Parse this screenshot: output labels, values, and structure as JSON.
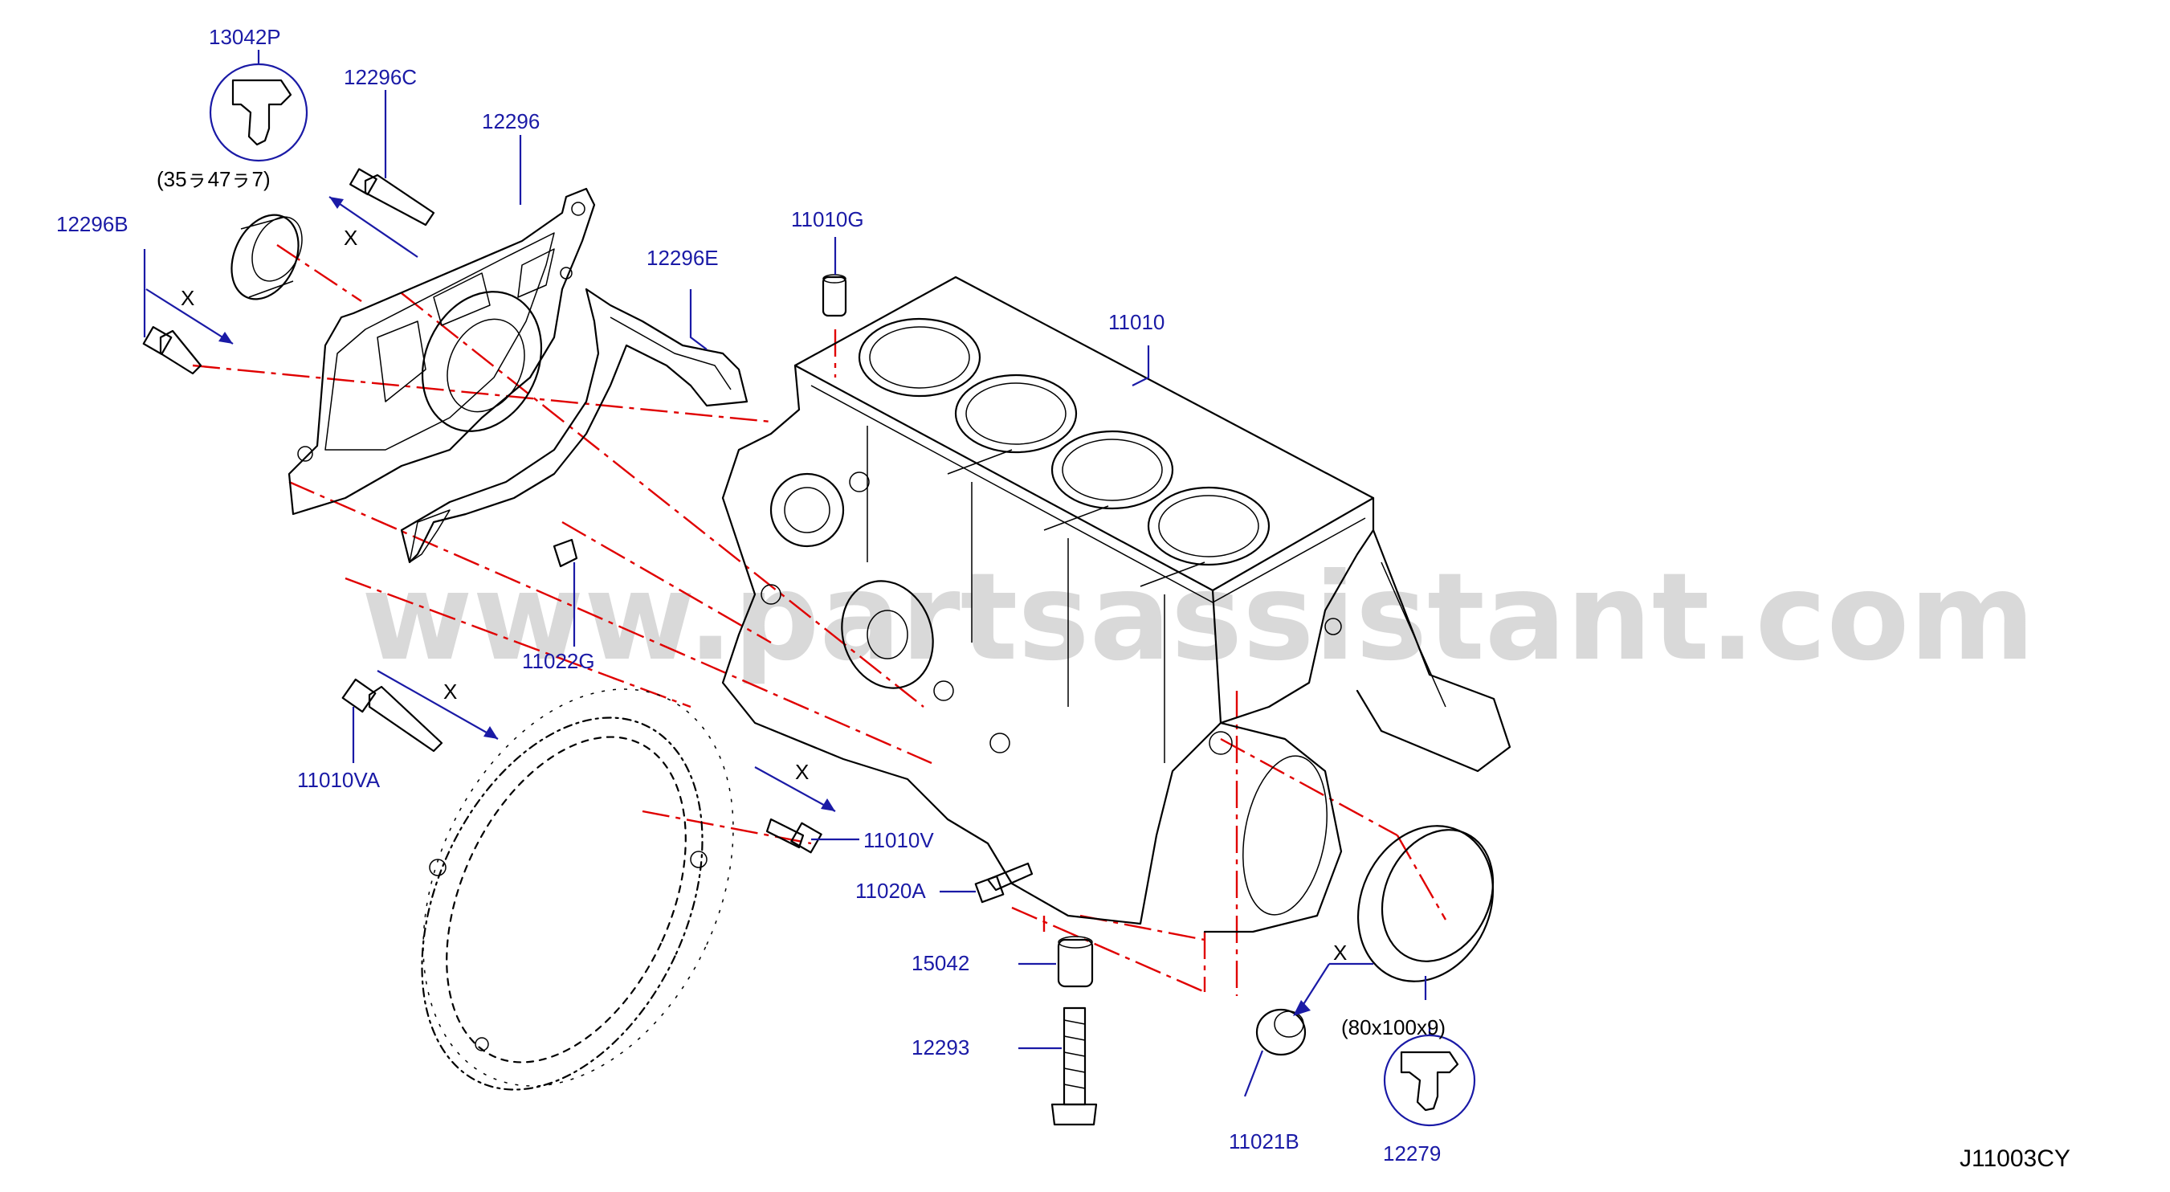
{
  "watermark": "www.partsassistant.com",
  "diagram_code": "J11003CY",
  "dimension_symbol": "X",
  "colors": {
    "label": "#1a1aa6",
    "centerline": "#e00000",
    "ink": "#000000",
    "watermark": "#d9d9d9"
  },
  "parts": [
    {
      "id": "13042P",
      "label": "13042P"
    },
    {
      "id": "12296C",
      "label": "12296C"
    },
    {
      "id": "12296",
      "label": "12296"
    },
    {
      "id": "12296B",
      "label": "12296B"
    },
    {
      "id": "12296E",
      "label": "12296E"
    },
    {
      "id": "11010G",
      "label": "11010G"
    },
    {
      "id": "11010",
      "label": "11010"
    },
    {
      "id": "11022G",
      "label": "11022G"
    },
    {
      "id": "11010VA",
      "label": "11010VA"
    },
    {
      "id": "11010V",
      "label": "11010V"
    },
    {
      "id": "11020A",
      "label": "11020A"
    },
    {
      "id": "15042",
      "label": "15042"
    },
    {
      "id": "12293",
      "label": "12293"
    },
    {
      "id": "11021B",
      "label": "11021B"
    },
    {
      "id": "12279",
      "label": "12279"
    }
  ],
  "seal_sizes": {
    "front": "(35ㇻ47ㇻ7)",
    "rear": "(80x100x9)"
  }
}
